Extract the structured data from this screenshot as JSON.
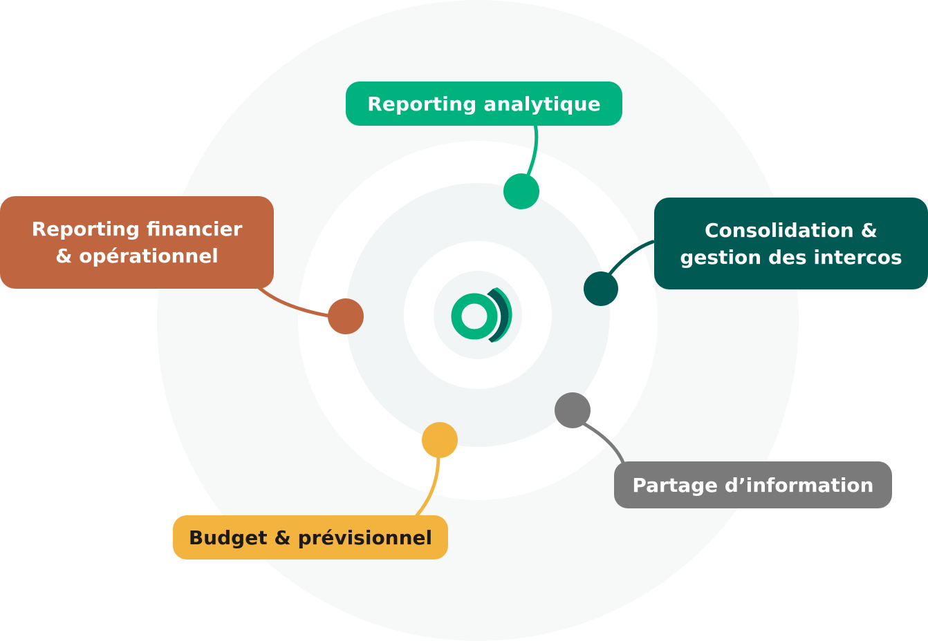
{
  "colors": {
    "ring_outer": "#F7F8F8",
    "ring_mid": "#F2F5F6",
    "ring_inner": "#F2F5F6",
    "white": "#FFFFFF",
    "logo_green": "#00B27D",
    "logo_dark": "#005953"
  },
  "nodes": [
    {
      "id": "analytique",
      "lines": [
        "Reporting analytique"
      ],
      "color": "#00B27D",
      "text_color": "#FFFFFF"
    },
    {
      "id": "financier",
      "lines": [
        "Reporting financier",
        "& opérationnel"
      ],
      "color": "#BF6641",
      "text_color": "#FFFFFF"
    },
    {
      "id": "consolidation",
      "lines": [
        "Consolidation &",
        "gestion des intercos"
      ],
      "color": "#005953",
      "text_color": "#FFFFFF"
    },
    {
      "id": "partage",
      "lines": [
        "Partage d’information"
      ],
      "color": "#7A7A7A",
      "text_color": "#FFFFFF"
    },
    {
      "id": "budget",
      "lines": [
        "Budget & prévisionnel"
      ],
      "color": "#F3B43F",
      "text_color": "#1A1A1A"
    }
  ],
  "center_logo": {
    "icon": "brand-ring-logo-icon"
  }
}
